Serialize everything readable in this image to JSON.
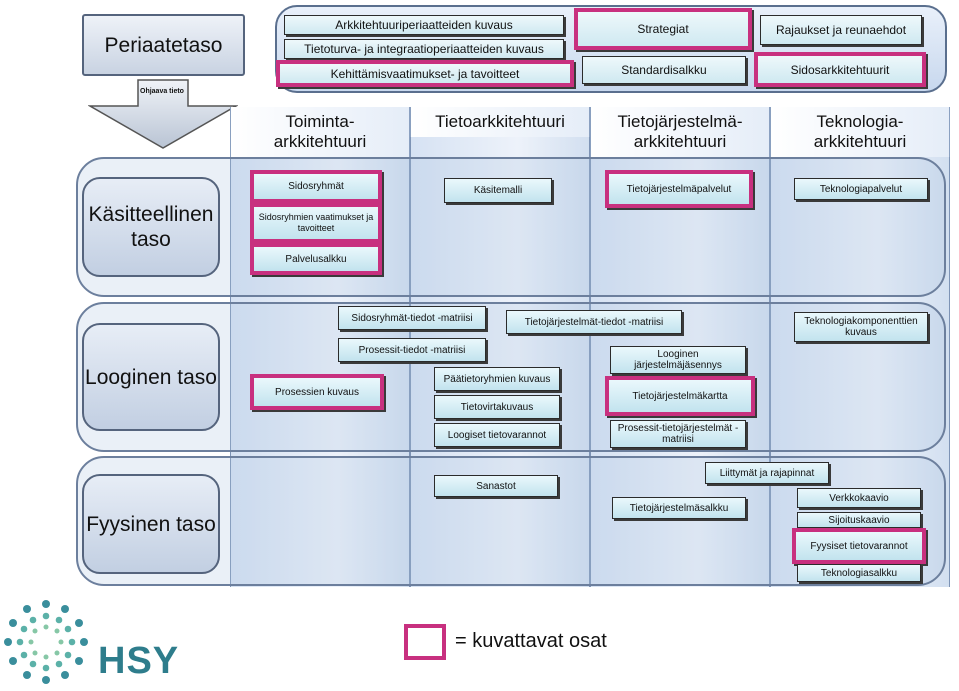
{
  "levels": {
    "principle": "Periaatetaso",
    "conceptual": "Käsitteellinen taso",
    "logical": "Looginen taso",
    "physical": "Fyysinen taso"
  },
  "arrow_label": "Ohjaava tieto",
  "top": {
    "left_items": [
      "Arkkitehtuuriperiaatteiden kuvaus",
      "Tietoturva- ja integraatioperiaatteiden kuvaus",
      "Kehittämisvaatimukset- ja tavoitteet"
    ],
    "mid_items": [
      "Strategiat",
      "Standardisalkku"
    ],
    "right_items": [
      "Rajaukset ja reunaehdot",
      "Sidosarkkitehtuurit"
    ]
  },
  "columns": [
    "Toiminta- arkkitehtuuri",
    "Tietoarkkitehtuuri",
    "Tietojärjestelmä- arkkitehtuuri",
    "Teknologia- arkkitehtuuri"
  ],
  "conceptual": {
    "sidosryhmat": "Sidosryhmät",
    "vaatimukset": "Sidosryhmien vaatimukset ja tavoitteet",
    "palvelusalkku": "Palvelusalkku",
    "kasitemalli": "Käsitemalli",
    "tj_palvelut": "Tietojärjestelmäpalvelut",
    "tekn_palvelut": "Teknologiapalvelut"
  },
  "logical": {
    "sidos_matriisi": "Sidosryhmät-tiedot -matriisi",
    "prosessit_matriisi": "Prosessit-tiedot -matriisi",
    "tj_matriisi": "Tietojärjestelmät-tiedot -matriisi",
    "tekn_komp": "Teknologiakomponenttien kuvaus",
    "prosessien_kuvaus": "Prosessien kuvaus",
    "paatieto": "Päätietoryhmien kuvaus",
    "tietovirta": "Tietovirtakuvaus",
    "loogiset": "Loogiset tietovarannot",
    "jasennys": "Looginen järjestelmäjäsennys",
    "kartta": "Tietojärjestelmäkartta",
    "prosessit_tj": "Prosessit-tietojärjestelmät -matriisi"
  },
  "physical": {
    "liittymat": "Liittymät ja rajapinnat",
    "sanastot": "Sanastot",
    "tj_salkku": "Tietojärjestelmäsalkku",
    "verkko": "Verkkokaavio",
    "sijoitus": "Sijoituskaavio",
    "fyysiset": "Fyysiset tietovarannot",
    "tekn_salkku": "Teknologiasalkku"
  },
  "legend": "= kuvattavat osat",
  "logo_text": "HSY",
  "colors": {
    "highlight": "#c8307f",
    "logo": "#2e7d8c"
  }
}
